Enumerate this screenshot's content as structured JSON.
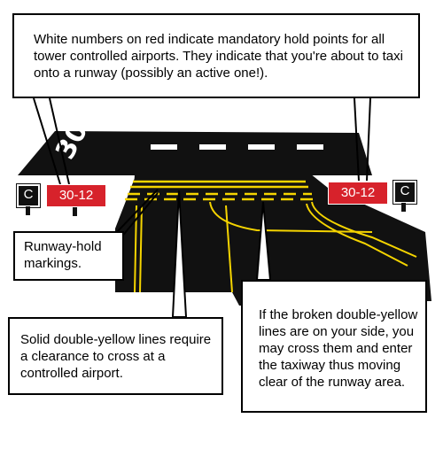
{
  "callouts": {
    "top": "White numbers on red indicate mandatory hold points for all tower controlled airports. They indicate that you're about to taxi onto a runway (possibly an active one!).",
    "hold_markings": "Runway-hold markings.",
    "solid_lines": "Solid double-yellow lines require a clearance to cross at a controlled airport.",
    "broken_lines": "If the broken double-yellow lines are on your side, you may cross them and enter the taxiway thus moving clear of the runway area."
  },
  "signs": {
    "left_red": "30-12",
    "left_black": "C",
    "right_red": "30-12",
    "right_black": "C"
  },
  "runway_number": "30",
  "colors": {
    "pavement": "#111111",
    "marking_yellow": "#f5d400",
    "sign_red": "#d7222b",
    "sign_black": "#111111",
    "runway_white": "#ffffff"
  }
}
